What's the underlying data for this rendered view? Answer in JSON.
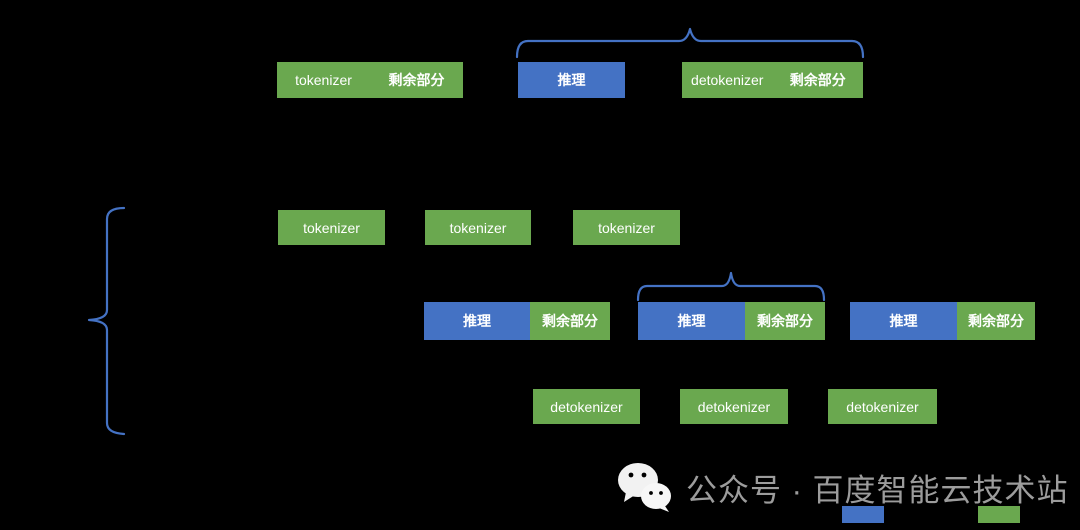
{
  "colors": {
    "green": "#6aa84f",
    "blue": "#4472c4",
    "brace": "#4472c4",
    "watermark_text": "#9c9c9c",
    "background": "#000000"
  },
  "diagram": {
    "top_row": {
      "tokenizer_block": {
        "left": "tokenizer",
        "right": "剩余部分"
      },
      "inference_block": {
        "label": "推理"
      },
      "detokenizer_block": {
        "left": "detokenizer",
        "right": "剩余部分"
      }
    },
    "tokenizer_row": {
      "blocks": [
        "tokenizer",
        "tokenizer",
        "tokenizer"
      ]
    },
    "inference_row": {
      "pairs": [
        {
          "inference": "推理",
          "remainder": "剩余部分"
        },
        {
          "inference": "推理",
          "remainder": "剩余部分"
        },
        {
          "inference": "推理",
          "remainder": "剩余部分"
        }
      ]
    },
    "detokenizer_row": {
      "blocks": [
        "detokenizer",
        "detokenizer",
        "detokenizer"
      ]
    }
  },
  "watermark": {
    "text": "公众号 · 百度智能云技术站"
  },
  "legend": {
    "swatches": [
      {
        "name": "inference-color",
        "color": "#4472c4"
      },
      {
        "name": "tokenize-color",
        "color": "#6aa84f"
      }
    ]
  }
}
